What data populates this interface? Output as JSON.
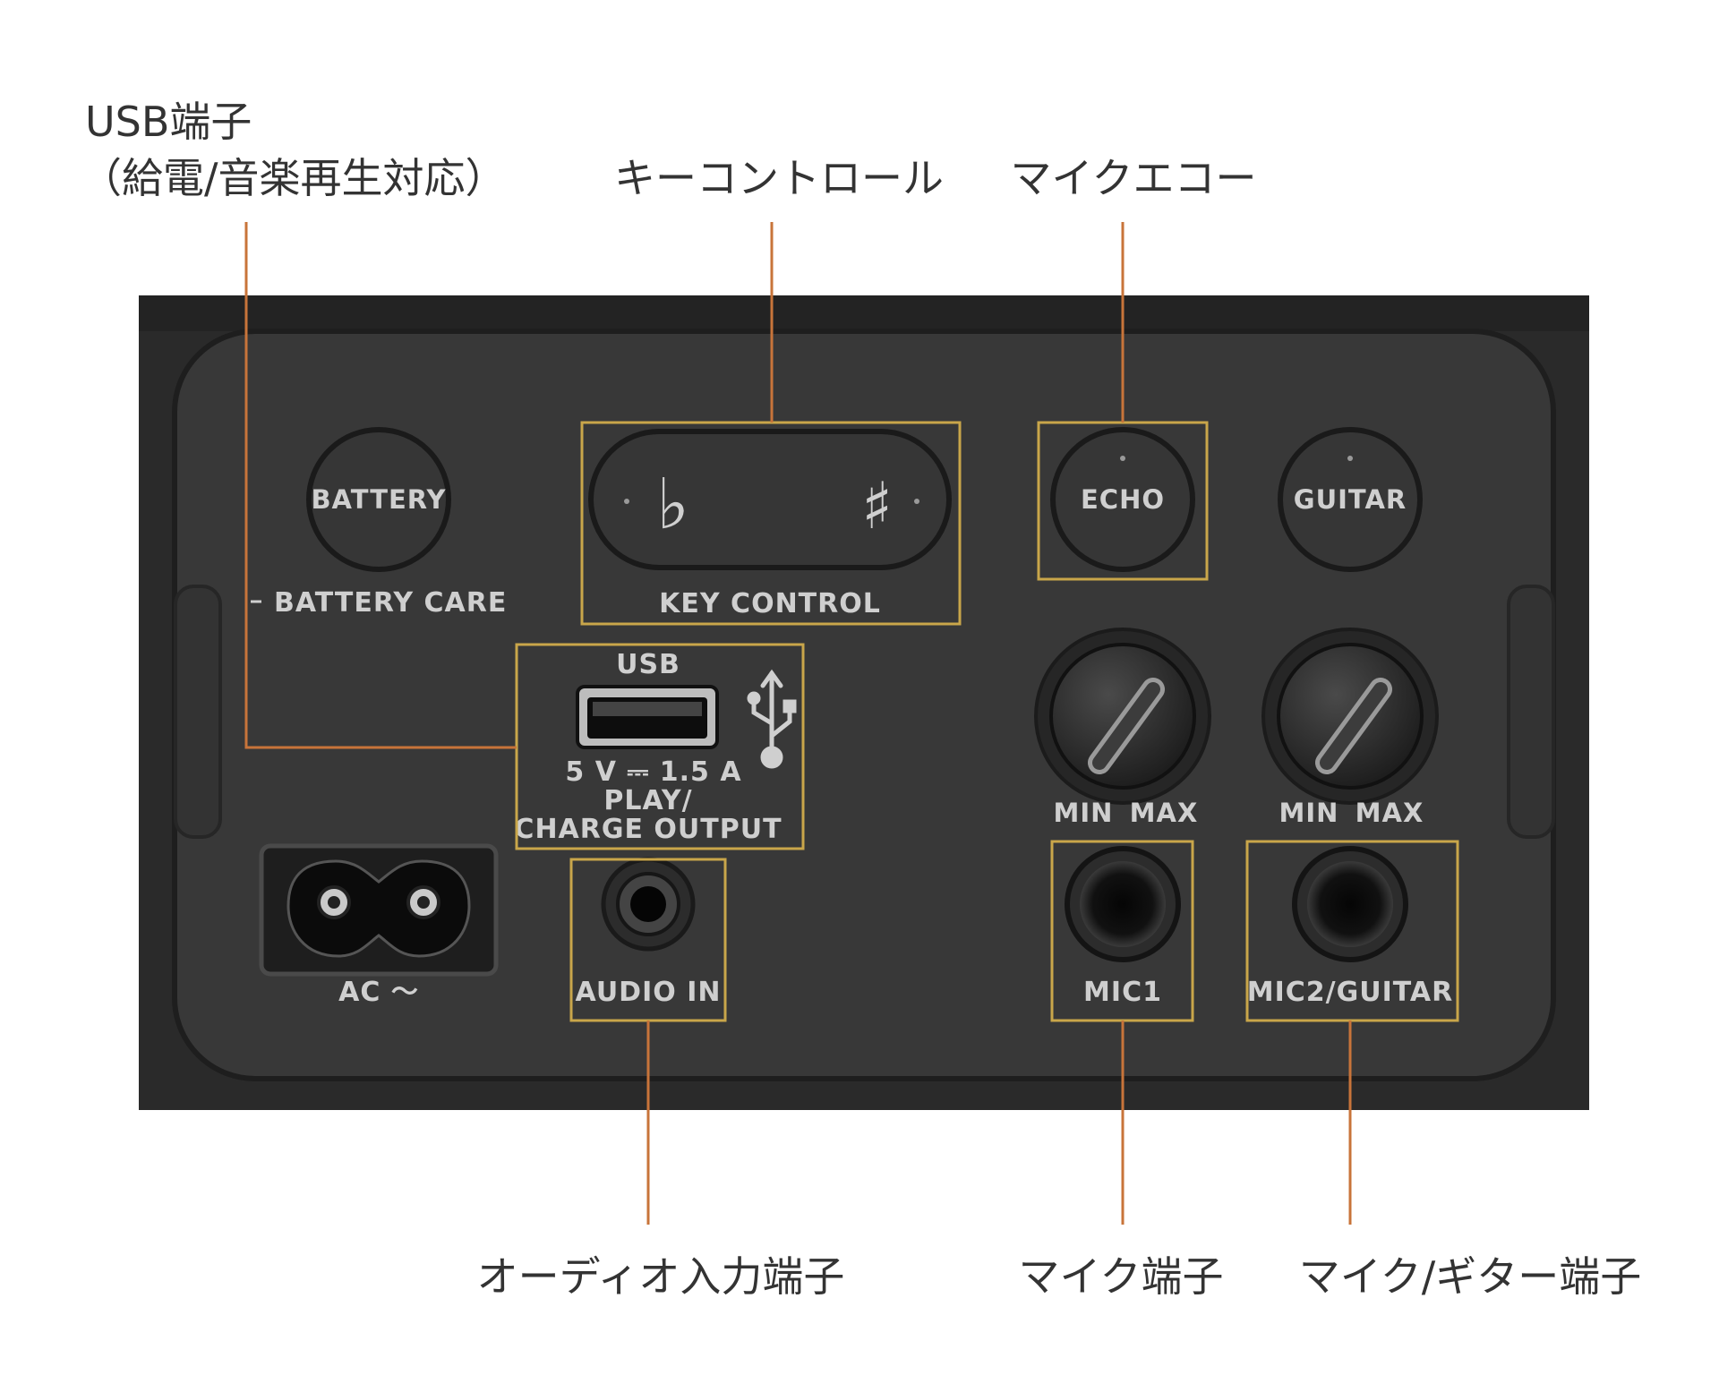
{
  "callouts": {
    "usb_line1": "USB端子",
    "usb_line2": "（給電/音楽再生対応）",
    "key_control": "キーコントロール",
    "mic_echo": "マイクエコー",
    "audio_in": "オーディオ入力端子",
    "mic": "マイク端子",
    "mic_guitar": "マイク/ギター端子"
  },
  "panel": {
    "battery_button": "BATTERY",
    "battery_care": "BATTERY CARE",
    "flat_symbol": "♭",
    "sharp_symbol": "♯",
    "key_control": "KEY CONTROL",
    "echo_button": "ECHO",
    "guitar_button": "GUITAR",
    "usb_label": "USB",
    "usb_spec": "5 V ⎓ 1.5 A",
    "play_line1": "PLAY/",
    "play_line2": "CHARGE OUTPUT",
    "usb_symbol": "usb-icon",
    "ac_label": "AC ～",
    "audio_in": "AUDIO IN",
    "echo_min": "MIN",
    "echo_max": "MAX",
    "guitar_min": "MIN",
    "guitar_max": "MAX",
    "mic1": "MIC1",
    "mic2_guitar": "MIC2/GUITAR"
  },
  "colors": {
    "leader_line": "#c8743a",
    "highlight_box": "#c9a64a",
    "panel_body": "#2f2f2f",
    "panel_face": "#3b3b3b",
    "label_text": "#333333"
  }
}
